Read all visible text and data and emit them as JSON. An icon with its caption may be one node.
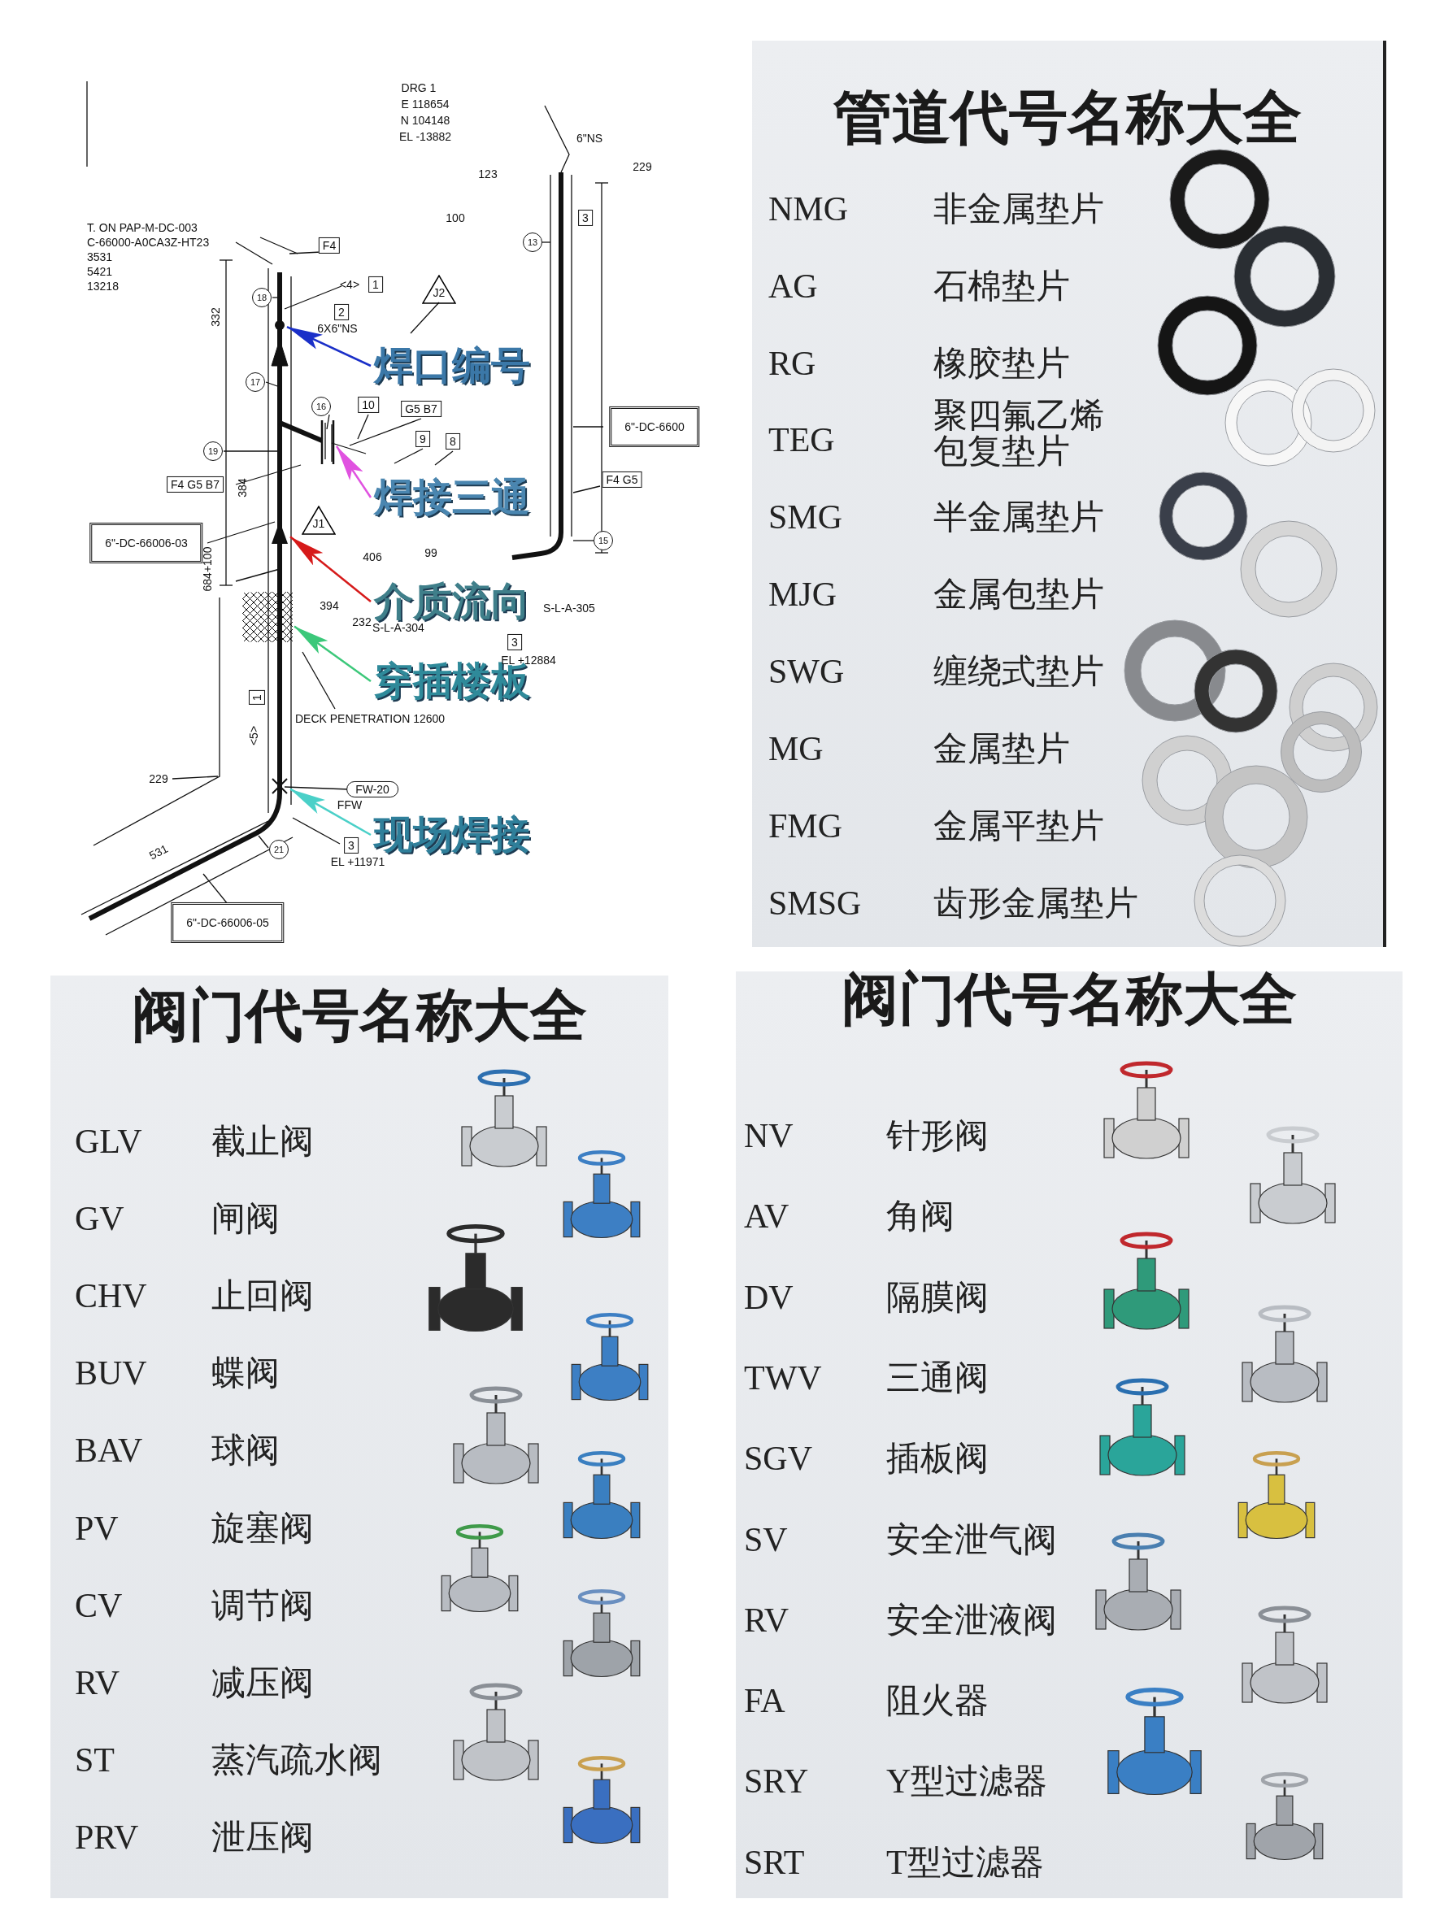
{
  "diagram": {
    "nodes": [
      {
        "text": [
          "管道代号名称大全"
        ]
      },
      {
        "text": [
          "阀门代号名称大全"
        ]
      },
      {
        "text": [
          "阀门代号名称大全"
        ]
      },
      {
        "text": [
          "焊口编号"
        ]
      },
      {
        "text": [
          "焊接三通"
        ]
      },
      {
        "text": [
          "介质流向"
        ]
      },
      {
        "text": [
          "穿插楼板"
        ]
      },
      {
        "text": [
          "现场焊接"
        ]
      },
      {
        "text": [],
        "shape": "circle"
      },
      {
        "text": [],
        "shape": "box"
      },
      {
        "text": [],
        "shape": "triangle"
      },
      {
        "text": [],
        "shape": "box"
      },
      {
        "text": [],
        "shape": "cross"
      }
    ],
    "edges": [
      {
        "from": 3,
        "to": 8,
        "arrow": "to",
        "color": "#1a2fc8"
      },
      {
        "from": 4,
        "to": 9,
        "arrow": "to",
        "color": "#e052e0"
      },
      {
        "from": 5,
        "to": 10,
        "arrow": "to",
        "color": "#d61a1a"
      },
      {
        "from": 6,
        "to": 11,
        "arrow": "to",
        "color": "#3cc87a"
      },
      {
        "from": 7,
        "to": 12,
        "arrow": "to",
        "color": "#4ad0c8"
      }
    ],
    "labels": [
      "DRG 1",
      "E 118654",
      "N 104148",
      "EL -13882",
      "6\"NS",
      "229",
      "123",
      "100",
      "3",
      "13",
      "T. ON PAP-M-DC-003",
      "C-66000-A0CA3Z-HT23",
      "3531",
      "5421",
      "13218",
      "F4",
      "18",
      "<4>",
      "1",
      "2",
      "6X6\"NS",
      "J2",
      "17",
      "16",
      "10",
      "G5 B7",
      "9",
      "8",
      "19",
      "F4 G5 B7",
      "6\"-DC-66006-03",
      "6\"-DC-6600",
      "F4 G5",
      "15",
      "332",
      "384",
      "J1",
      "406",
      "99",
      "394",
      "232",
      "S-L-A-304",
      "S-L-A-305",
      "3",
      "EL +12884",
      "DECK PENETRATION 12600",
      "684+100",
      "<5>",
      "1",
      "229",
      "FW-20",
      "FFW",
      "3",
      "EL +11971",
      "531",
      "21",
      "6\"-DC-66006-05",
      "NMG",
      "非金属垫片",
      "AG",
      "石棉垫片",
      "RG",
      "橡胶垫片",
      "TEG",
      "聚四氟乙烯包复垫片",
      "SMG",
      "半金属垫片",
      "MJG",
      "金属包垫片",
      "SWG",
      "缠绕式垫片",
      "MG",
      "金属垫片",
      "FMG",
      "金属平垫片",
      "SMSG",
      "齿形金属垫片",
      "GLV",
      "截止阀",
      "GV",
      "闸阀",
      "CHV",
      "止回阀",
      "BUV",
      "蝶阀",
      "BAV",
      "球阀",
      "PV",
      "旋塞阀",
      "CV",
      "调节阀",
      "RV",
      "减压阀",
      "ST",
      "蒸汽疏水阀",
      "PRV",
      "泄压阀",
      "NV",
      "针形阀",
      "AV",
      "角阀",
      "DV",
      "隔膜阀",
      "TWV",
      "三通阀",
      "SGV",
      "插板阀",
      "SV",
      "安全泄气阀",
      "RV",
      "安全泄液阀",
      "FA",
      "阻火器",
      "SRY",
      "Y型过滤器",
      "SRT",
      "T型过滤器"
    ]
  }
}
